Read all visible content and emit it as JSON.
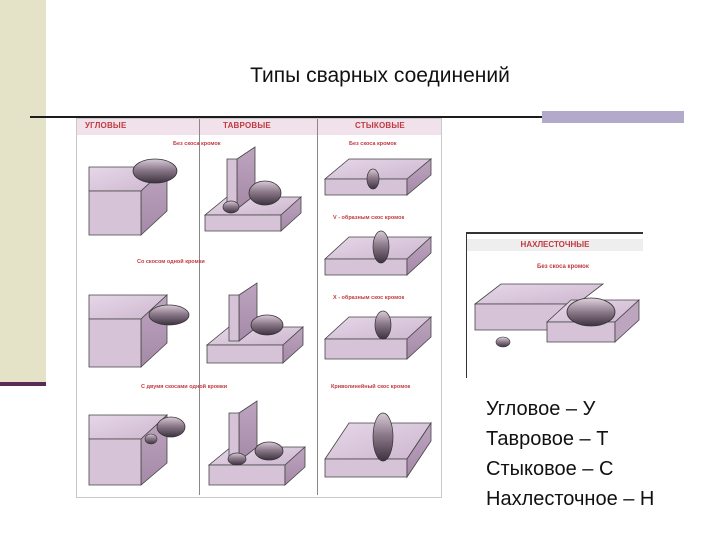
{
  "slide": {
    "title": "Типы сварных соединений"
  },
  "illustration": {
    "headers": [
      "УГЛОВЫЕ",
      "ТАВРОВЫЕ",
      "СТЫКОВЫЕ"
    ],
    "sublabels": {
      "no_bevel": "Без скоса кромок",
      "v_groove": "V - образным скос кромок",
      "single_bevel": "Со скосом одной кромки",
      "x_groove": "X - образным скос кромок",
      "double_bevel_one_edge": "С двумя скосами одной кромки",
      "curved_bevel": "Криволинейный скос кромок"
    }
  },
  "overlap_inset": {
    "header": "НАХЛЕСТОЧНЫЕ",
    "sublabel": "Без скоса кромок"
  },
  "legend": [
    "Угловое – У",
    "Тавровое – Т",
    "Стыковое – С",
    "Нахлесточное – Н"
  ]
}
